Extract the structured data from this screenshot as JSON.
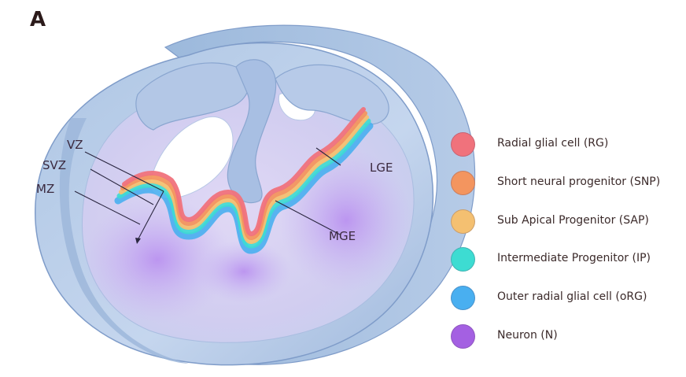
{
  "panel_label": "A",
  "zone_labels": {
    "vz": "VZ",
    "svz": "SVZ",
    "mz": "MZ",
    "lge": "LGE",
    "mge": "MGE"
  },
  "legend": [
    {
      "label": "Radial glial cell (RG)",
      "color": "#f0727c"
    },
    {
      "label": "Short  neural progenitor (SNP)",
      "color": "#f3955f"
    },
    {
      "label": "Sub Apical Progenitor (SAP)",
      "color": "#f4c071"
    },
    {
      "label": "Intermediate Progenitor (IP)",
      "color": "#3ddcd2"
    },
    {
      "label": "Outer  radial glial cell (oRG)",
      "color": "#49aff0"
    },
    {
      "label": "Neuron (N)",
      "color": "#a460e2"
    }
  ]
}
